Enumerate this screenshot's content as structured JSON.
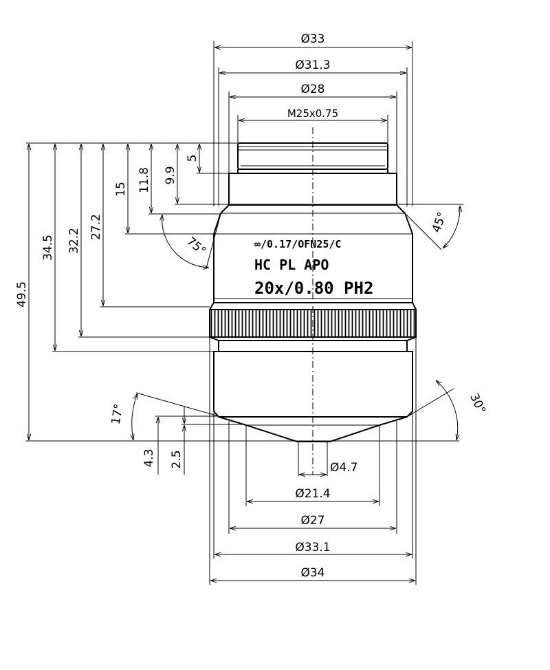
{
  "lens": {
    "engraving_line1": "∞/0.17/OFN25/C",
    "engraving_line2": "HC PL APO",
    "engraving_line3": "20x/0.80 PH2"
  },
  "dimensions": {
    "dia_33": "Ø33",
    "dia_31_3": "Ø31.3",
    "dia_28": "Ø28",
    "thread": "M25x0.75",
    "dia_4_7": "Ø4.7",
    "dia_21_4": "Ø21.4",
    "dia_27": "Ø27",
    "dia_33_1": "Ø33.1",
    "dia_34": "Ø34",
    "h_49_5": "49.5",
    "h_34_5": "34.5",
    "h_32_2": "32.2",
    "h_27_2": "27.2",
    "h_15": "15",
    "h_11_8": "11.8",
    "h_9_9": "9.9",
    "h_5": "5",
    "h_4_3": "4.3",
    "h_2_5": "2.5",
    "angle_75": "75°",
    "angle_45": "45°",
    "angle_17": "17°",
    "angle_30": "30°"
  }
}
